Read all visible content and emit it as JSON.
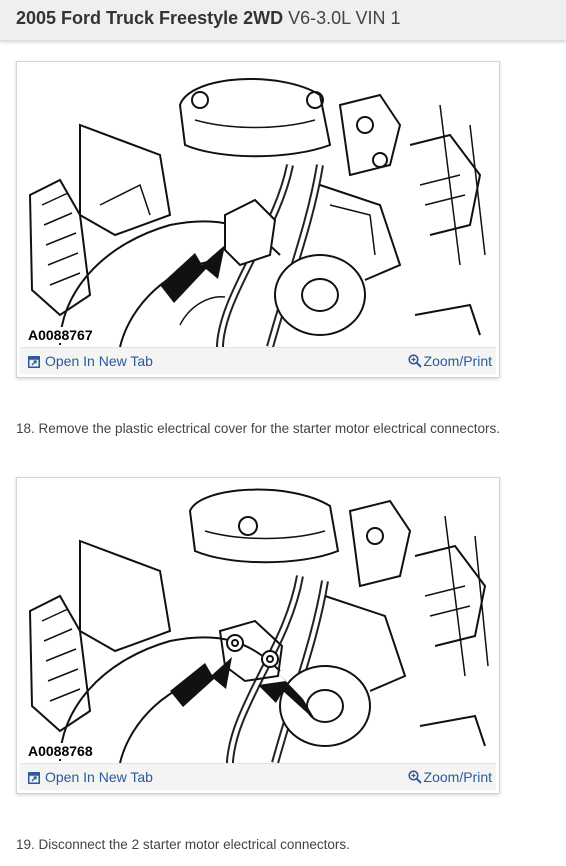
{
  "header": {
    "title_bold": "2005 Ford Truck Freestyle 2WD",
    "title_engine": "V6-3.0L VIN 1"
  },
  "figures": [
    {
      "code": "A0088767",
      "open_label": "Open In New Tab",
      "zoom_label": "Zoom/Print",
      "open_icon": "new-tab-icon",
      "zoom_icon": "magnifier-icon"
    },
    {
      "code": "A0088768",
      "open_label": "Open In New Tab",
      "zoom_label": "Zoom/Print",
      "open_icon": "new-tab-icon",
      "zoom_icon": "magnifier-icon"
    }
  ],
  "steps": [
    "18. Remove the plastic electrical cover for the starter motor electrical connectors.",
    "19. Disconnect the 2 starter motor electrical connectors."
  ],
  "colors": {
    "link": "#2a5a9a",
    "header_bg": "#efefef",
    "text": "#444444"
  }
}
